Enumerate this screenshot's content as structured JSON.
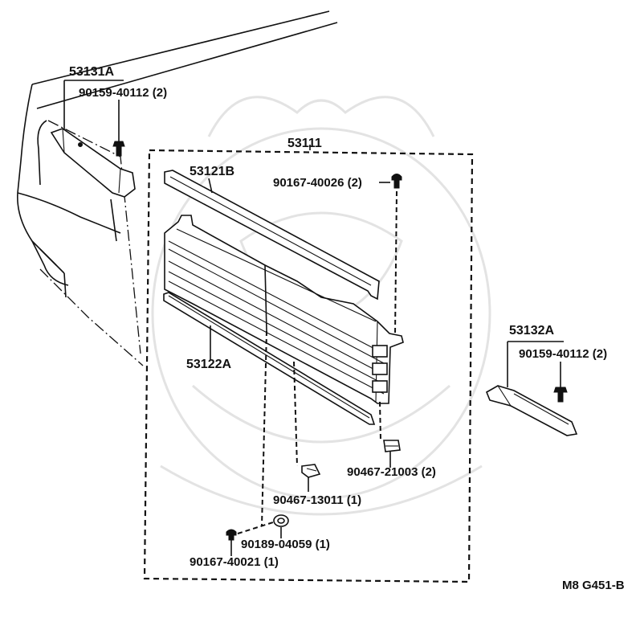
{
  "labels": {
    "grille_assy": "53111",
    "bracket_left": "53131A",
    "bolt_left": "90159-40112 (2)",
    "upper_molding": "53121B",
    "screw_top": "90167-40026 (2)",
    "bracket_right": "53132A",
    "bolt_right": "90159-40112 (2)",
    "lower_molding": "53122A",
    "clip_right": "90467-21003 (2)",
    "clip_center": "90467-13011 (1)",
    "nut": "90189-04059 (1)",
    "screw_bottom": "90167-40021 (1)",
    "diagram_code": "M8 G451-B"
  }
}
